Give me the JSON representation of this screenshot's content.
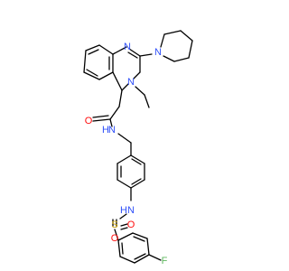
{
  "atoms": {
    "n_ring_top": "N",
    "n_ring_mid": "N",
    "n_piperidine": "N",
    "amide_o": "O",
    "amide_n": "N",
    "amide_h": "H",
    "sulfonamide_n": "N",
    "sulfonamide_h": "H",
    "sulfur": "S",
    "sulfonyl_o_left": "O",
    "sulfonyl_o_right": "O",
    "fluorine": "F"
  },
  "colors": {
    "bond": "#000000",
    "nitrogen": "#3050f8",
    "oxygen": "#ff0d0d",
    "sulfur": "#c8a000",
    "fluorine": "#5fb85f"
  }
}
